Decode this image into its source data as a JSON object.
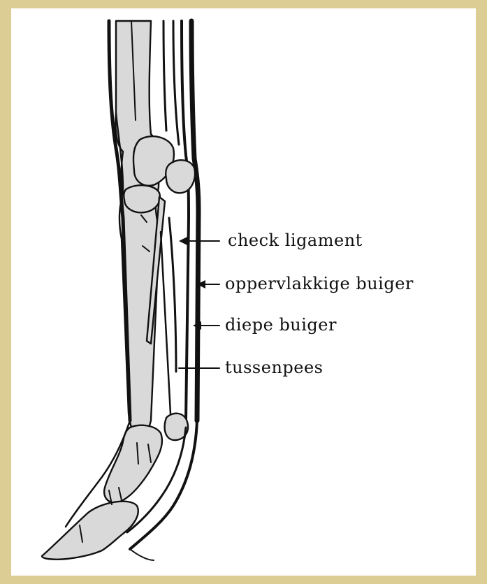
{
  "diagram": {
    "labels": {
      "check_ligament": "check ligament",
      "oppervlakkige_buiger": "oppervlakkige buiger",
      "diepe_buiger": "diepe buiger",
      "tussenpees": "tussenpees"
    },
    "colors": {
      "border": "#dccd94",
      "background": "#ffffff",
      "bone_fill": "#d9d9d9",
      "ink": "#111111"
    }
  }
}
